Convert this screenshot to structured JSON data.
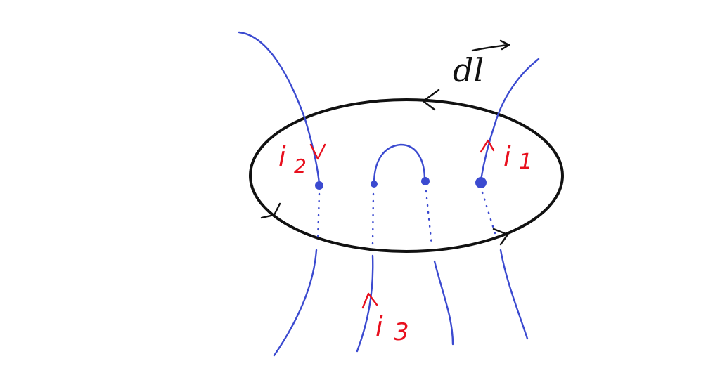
{
  "diagram": {
    "colors": {
      "wire": "#3b4ad0",
      "loop": "#111111",
      "current_label": "#e8101e",
      "background": "#ffffff"
    },
    "labels": {
      "dl": "dl",
      "i1": "i",
      "i1_sub": "1",
      "i2": "i",
      "i2_sub": "2",
      "i3": "i",
      "i3_sub": "3"
    }
  }
}
